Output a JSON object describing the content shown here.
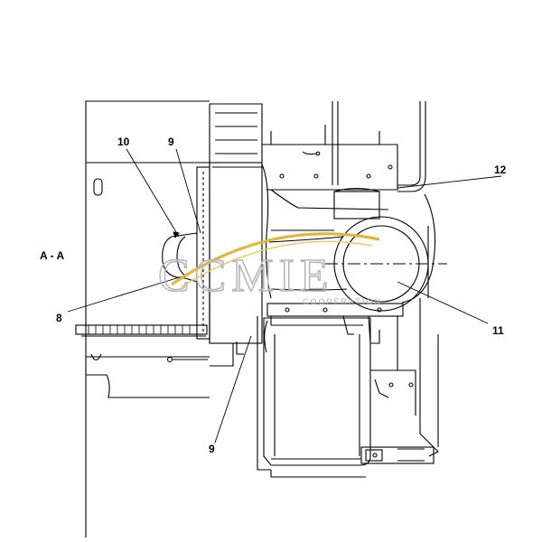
{
  "section_label": "A - A",
  "callouts": [
    "10",
    "9",
    "12",
    "8",
    "11",
    "9"
  ],
  "watermark": {
    "text": "CCMIE",
    "subtext": "COOPERATION",
    "swoosh_color": "#e0b840"
  },
  "line_color": "#000000"
}
